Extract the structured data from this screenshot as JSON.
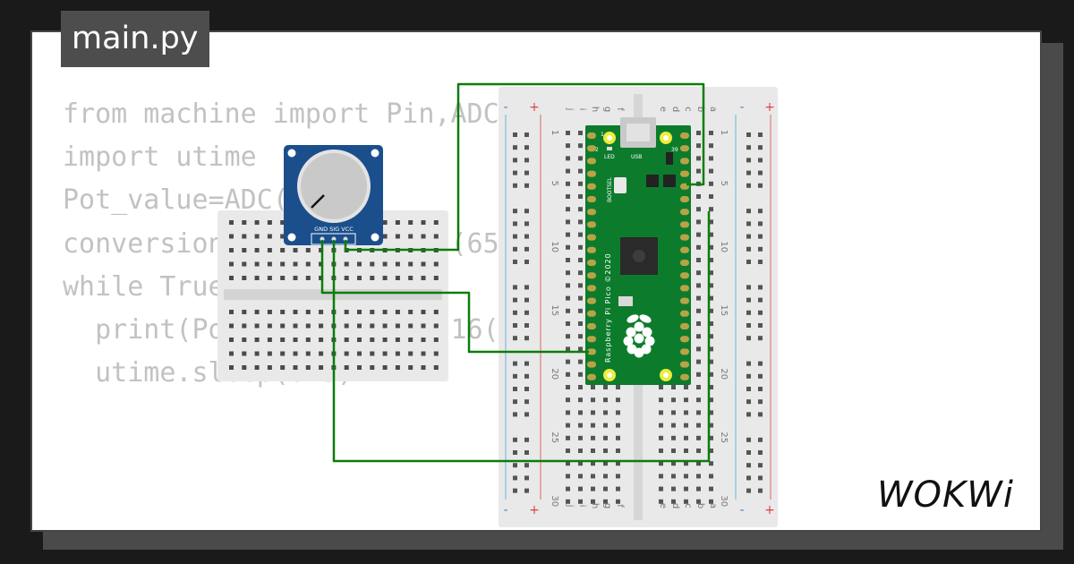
{
  "file_tab": {
    "label": "main.py"
  },
  "code_lines": [
    "from machine import Pin,ADC",
    "import utime",
    "Pot_value=ADC(",
    "conversion_factor = 3.3/(65535)",
    "while True:",
    "  print(Pot_value.read_u16())",
    "  utime.sleep(0.5)"
  ],
  "breadboard": {
    "row_numbers": [
      "1",
      "5",
      "10",
      "15",
      "20",
      "25",
      "30"
    ],
    "column_letters_left": [
      "j",
      "i",
      "h",
      "g",
      "f"
    ],
    "column_letters_right": [
      "e",
      "d",
      "c",
      "b",
      "a"
    ],
    "rail_symbols": [
      "+",
      "-"
    ]
  },
  "potentiometer": {
    "pin_labels": "GND SIG VCC"
  },
  "pico": {
    "board_text": "Raspberry Pi Pico ©2020",
    "led_label": "LED",
    "usb_label": "USB",
    "bootsel_label": "BOOTSEL",
    "pin1": "1",
    "pin2": "2",
    "pin39": "39"
  },
  "brand": {
    "logo_text": "WOKWi"
  },
  "colors": {
    "wire": "#0a7d0a",
    "pcb": "#0c7c2c",
    "pot_blue": "#1a4f8c",
    "background": "#1a1a1a"
  }
}
